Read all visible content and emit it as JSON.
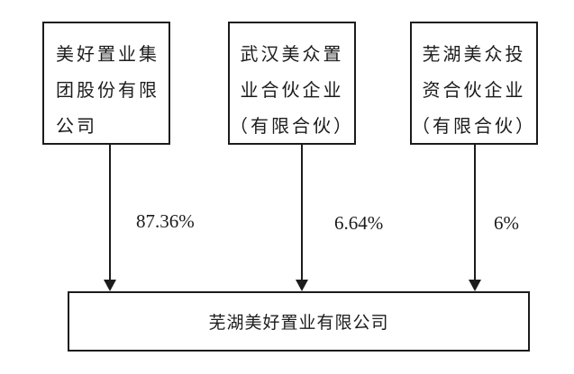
{
  "diagram": {
    "type": "ownership-structure",
    "parents": [
      {
        "name": "美好置业集团股份有限公司",
        "lines": [
          "美好置业集",
          "团股份有限",
          "公司"
        ],
        "ownership_pct": "87.36%"
      },
      {
        "name": "武汉美众置业合伙企业（有限合伙）",
        "lines": [
          "武汉美众置",
          "业合伙企业",
          "（有限合伙）"
        ],
        "ownership_pct": "6.64%"
      },
      {
        "name": "芜湖美众投资合伙企业（有限合伙）",
        "lines": [
          "芜湖美众投",
          "资合伙企业",
          "（有限合伙）"
        ],
        "ownership_pct": "6%"
      }
    ],
    "subsidiary": {
      "name": "芜湖美好置业有限公司"
    },
    "colors": {
      "line": "#1c1c1c",
      "text": "#1c1c1c",
      "background": "#ffffff"
    }
  }
}
